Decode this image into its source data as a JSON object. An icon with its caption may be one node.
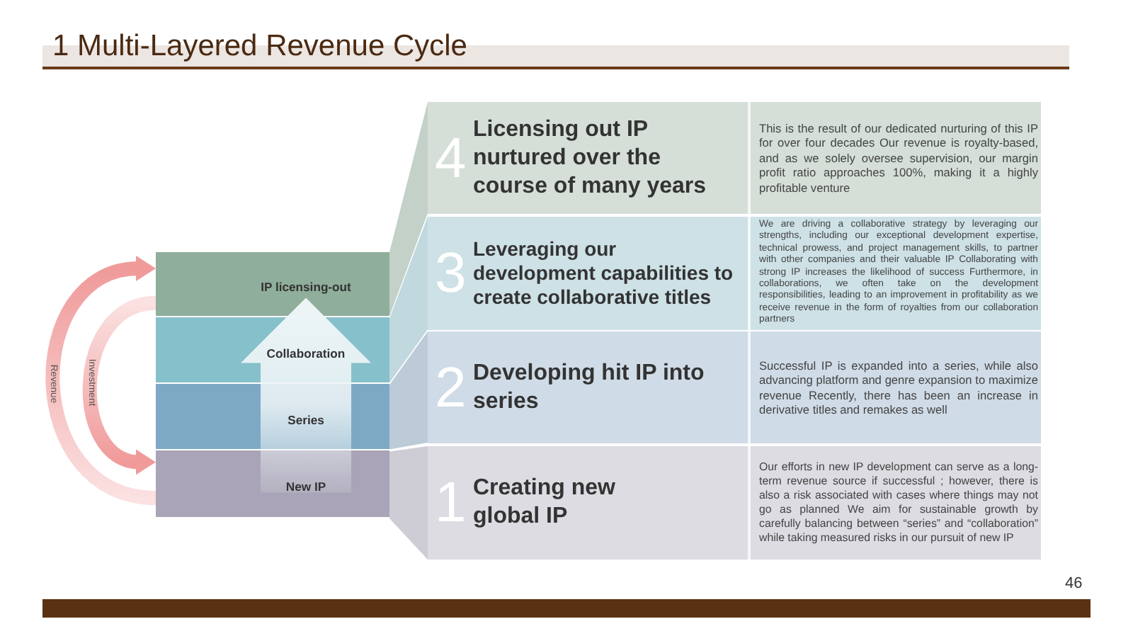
{
  "diagram": {
    "title": "1 Multi-Layered Revenue Cycle",
    "nodes": [
      {
        "text": [
          "IP licensing-out"
        ]
      },
      {
        "text": [
          "Collaboration"
        ]
      },
      {
        "text": [
          "Series"
        ]
      },
      {
        "text": [
          "New IP"
        ]
      },
      {
        "text": [
          "4",
          "Licensing out IP nurtured over the course of many years",
          "This is the result of our dedicated nurturing of this IP for over four decades Our revenue is royalty-based, and as we solely oversee supervision, our margin profit ratio approaches 100%, making it a highly profitable venture"
        ]
      },
      {
        "text": [
          "3",
          "Leveraging our development capabilities to create collaborative titles",
          "We are driving a collaborative strategy by leveraging our strengths, including our exceptional development expertise, technical prowess, and project management skills, to partner with other companies and their valuable IP Collaborating with strong IP increases the likelihood of success Furthermore, in collaborations, we often take on the development responsibilities, leading to an improvement in profitability as we receive revenue in the form of royalties from our collaboration partners"
        ]
      },
      {
        "text": [
          "2",
          "Developing hit IP into series",
          "Successful IP is expanded into a series, while also advancing platform and genre expansion to maximize revenue Recently, there has been an increase in derivative titles and remakes as well"
        ]
      },
      {
        "text": [
          "1",
          "Creating new global IP",
          "Our efforts in new IP development can serve as a long-term revenue source if successful ; however, there is also a risk associated with cases where things may not go as planned We aim for sustainable growth by carefully balancing between “series” and “collaboration” while taking measured risks in our pursuit of new IP"
        ]
      }
    ],
    "edges": [
      {
        "from": 3,
        "to": 0,
        "arrow": "to",
        "label": "Revenue",
        "color": "#f09a9a"
      },
      {
        "from": 0,
        "to": 3,
        "arrow": "to",
        "label": "Investment",
        "color": "#f09a9a"
      },
      {
        "from": 3,
        "to": 0,
        "arrow": "to",
        "style": "thick",
        "color": "#eef5f7"
      }
    ],
    "labels": [
      "46"
    ]
  }
}
